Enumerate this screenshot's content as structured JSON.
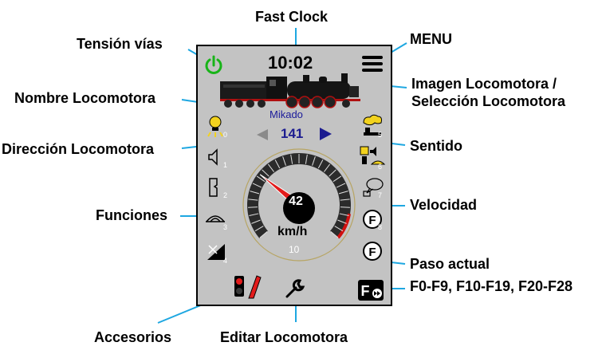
{
  "callouts": {
    "fast_clock": "Fast Clock",
    "tension_vias": "Tensión vías",
    "menu": "MENU",
    "imagen_loco_1": "Imagen Locomotora /",
    "imagen_loco_2": "Selección Locomotora",
    "nombre_loco": "Nombre Locomotora",
    "direccion_loco": "Dirección Locomotora",
    "sentido": "Sentido",
    "velocidad": "Velocidad",
    "funciones": "Funciones",
    "paso_actual": "Paso actual",
    "f_groups": "F0-F9, F10-F19, F20-F28",
    "accesorios": "Accesorios",
    "editar_loco": "Editar Locomotora"
  },
  "throttle": {
    "clock": "10:02",
    "loco_name": "Mikado",
    "address": "141",
    "speed": "42",
    "speed_unit": "km/h",
    "speed_step": "10",
    "speed_fraction": 0.3,
    "functions": [
      "0",
      "1",
      "2",
      "3",
      "4",
      "5",
      "6",
      "7",
      "8"
    ],
    "function_letter": "F"
  },
  "colors": {
    "panel_bg": "#c3c3c3",
    "power_on": "#18b418",
    "direction_arrow": "#1c1c90",
    "needle": "#e21b1b",
    "speed_arc": "#d01010"
  }
}
